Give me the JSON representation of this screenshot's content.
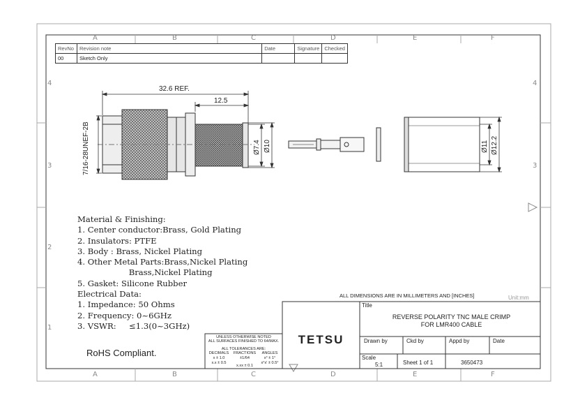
{
  "zones": {
    "columns": [
      "A",
      "B",
      "C",
      "D",
      "E",
      "F"
    ],
    "rows_right": [
      "4",
      "3"
    ],
    "rows_left": [
      "4",
      "3",
      "2",
      "1"
    ]
  },
  "revision_table": {
    "headers": [
      "RevNo",
      "Revision note",
      "Date",
      "Signature",
      "Checked"
    ],
    "rows": [
      [
        "00",
        "Sketch Only",
        "",
        "",
        ""
      ]
    ]
  },
  "dimensions": {
    "overall": "32.6 REF.",
    "crimp_length": "12.5",
    "thread": "7/16-28UNEF-2B",
    "diam_inner": "Ø7.4",
    "diam_outer": "Ø10",
    "ferrule_inner": "Ø11",
    "ferrule_outer": "Ø12.2"
  },
  "material": {
    "heading": "Material & Finishing:",
    "lines": [
      "1. Center conductor:Brass, Gold Plating",
      "2. Insulators: PTFE",
      "3. Body : Brass, Nickel Plating",
      "4. Other Metal Parts:Brass,Nickel Plating",
      "                    Brass,Nickel Plating",
      "5. Gasket: Silicone Rubber"
    ]
  },
  "electrical": {
    "heading": "Electrical Data:",
    "lines": [
      "1. Impedance: 50 Ohms",
      "2. Frequency: 0~6GHz",
      "3. VSWR:     ≤1.3(0~3GHz)"
    ]
  },
  "rohs": "RoHS Compliant.",
  "units_note": "ALL DIMENSIONS ARE IN MILLIMETERS AND [INCHES]",
  "units_label": "Unit:mm",
  "title_block": {
    "title_label": "Title",
    "title_line1": "REVERSE POLARITY TNC MALE CRIMP",
    "title_line2": "FOR LMR400 CABLE",
    "company": "TETSU",
    "drawn_by": "Drawn by",
    "ckd_by": "Ckd by",
    "appd_by": "Appd by",
    "date": "Date",
    "scale_label": "Scale",
    "scale_value": "5:1",
    "sheet": "Sheet 1 of 1",
    "part_number": "3650473"
  },
  "tolerances": {
    "line1": "UNLESS OTHERWISE NOTED",
    "line2": "ALL SURFACES FINISHED TO 64/MAX.",
    "line3": "ALL TOLERANCES ARE:",
    "col_decimals": "DECIMALS",
    "col_fractions": "FRACTIONS",
    "col_angles": "ANGLES",
    "dec1": "x ± 1.0",
    "dec2": "x.x ± 0.5",
    "dec3": "x.xx ± 0.1",
    "frac": "±1/64",
    "ang1": "x° ± 1°",
    "ang2": "x°x' ± 0.5°"
  }
}
